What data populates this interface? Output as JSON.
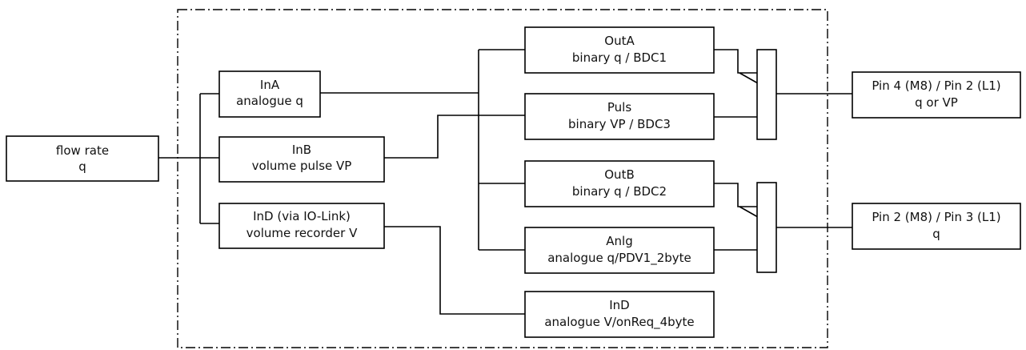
{
  "diagram": {
    "source": {
      "line1": "flow rate",
      "line2": "q"
    },
    "inputs": [
      {
        "line1": "InA",
        "line2": "analogue q"
      },
      {
        "line1": "InB",
        "line2": "volume pulse VP"
      },
      {
        "line1": "InD (via IO-Link)",
        "line2": "volume recorder V"
      }
    ],
    "outputs": [
      {
        "line1": "OutA",
        "line2": "binary q / BDC1"
      },
      {
        "line1": "Puls",
        "line2": "binary VP / BDC3"
      },
      {
        "line1": "OutB",
        "line2": "binary q / BDC2"
      },
      {
        "line1": "Anlg",
        "line2": "analogue q/PDV1_2byte"
      },
      {
        "line1": "InD",
        "line2": "analogue V/onReq_4byte"
      }
    ],
    "pins": [
      {
        "line1": "Pin 4 (M8) / Pin 2 (L1)",
        "line2": "q or VP"
      },
      {
        "line1": "Pin 2 (M8) / Pin 3 (L1)",
        "line2": "q"
      }
    ]
  }
}
